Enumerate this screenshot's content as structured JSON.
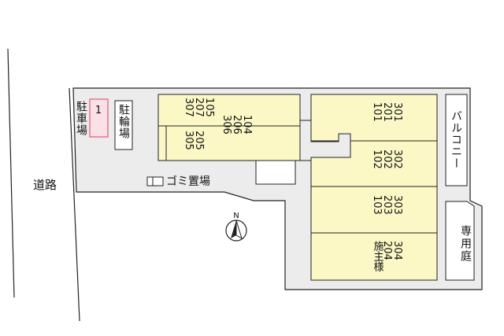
{
  "labels": {
    "road": "道路",
    "parking": "駐車場",
    "parking_space_number": "1",
    "bicycle_parking": "駐輪場",
    "garbage": "ゴミ置場",
    "balcony": "バルコニー",
    "private_garden": "専用庭",
    "north": "N"
  },
  "units": {
    "left_top": [
      "307",
      "207",
      "105"
    ],
    "left_mid": [
      "306",
      "206",
      "104"
    ],
    "left_bottom": [
      "305",
      "205"
    ],
    "right_1": [
      "301",
      "201",
      "101"
    ],
    "right_2": [
      "302",
      "202",
      "102"
    ],
    "right_3": [
      "303",
      "203",
      "103"
    ],
    "right_4": [
      "304",
      "204",
      "施主様"
    ]
  },
  "colors": {
    "units_fill": "#fbf8c6",
    "site_fill": "#ececec",
    "parking_fill": "#fbe0e6",
    "parking_stroke": "#e05a78",
    "line": "#222222"
  }
}
